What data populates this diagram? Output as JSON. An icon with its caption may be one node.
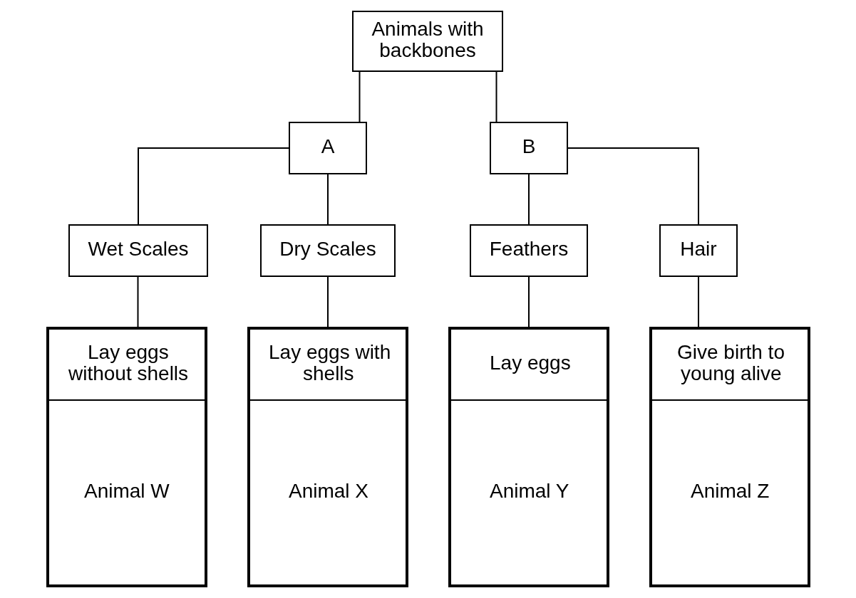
{
  "diagram": {
    "nodes": [
      {
        "text": [
          "Animals with backbones"
        ]
      },
      {
        "text": [
          "A"
        ]
      },
      {
        "text": [
          "B"
        ]
      },
      {
        "text": [
          "Wet Scales"
        ]
      },
      {
        "text": [
          "Dry Scales"
        ]
      },
      {
        "text": [
          "Feathers"
        ]
      },
      {
        "text": [
          "Hair"
        ]
      },
      {
        "text": [
          "Lay eggs without shells",
          "Animal W"
        ]
      },
      {
        "text": [
          "Lay eggs with shells",
          "Animal X"
        ]
      },
      {
        "text": [
          "Lay eggs",
          "Animal Y"
        ]
      },
      {
        "text": [
          "Give birth to young alive",
          "Animal Z"
        ]
      }
    ],
    "edges": [
      {
        "from": 0,
        "to": 1,
        "arrow": "none"
      },
      {
        "from": 0,
        "to": 2,
        "arrow": "none"
      },
      {
        "from": 1,
        "to": 3,
        "arrow": "none"
      },
      {
        "from": 1,
        "to": 4,
        "arrow": "none"
      },
      {
        "from": 2,
        "to": 5,
        "arrow": "none"
      },
      {
        "from": 2,
        "to": 6,
        "arrow": "none"
      },
      {
        "from": 3,
        "to": 7,
        "arrow": "none"
      },
      {
        "from": 4,
        "to": 8,
        "arrow": "none"
      },
      {
        "from": 5,
        "to": 9,
        "arrow": "none"
      },
      {
        "from": 6,
        "to": 10,
        "arrow": "none"
      }
    ]
  }
}
